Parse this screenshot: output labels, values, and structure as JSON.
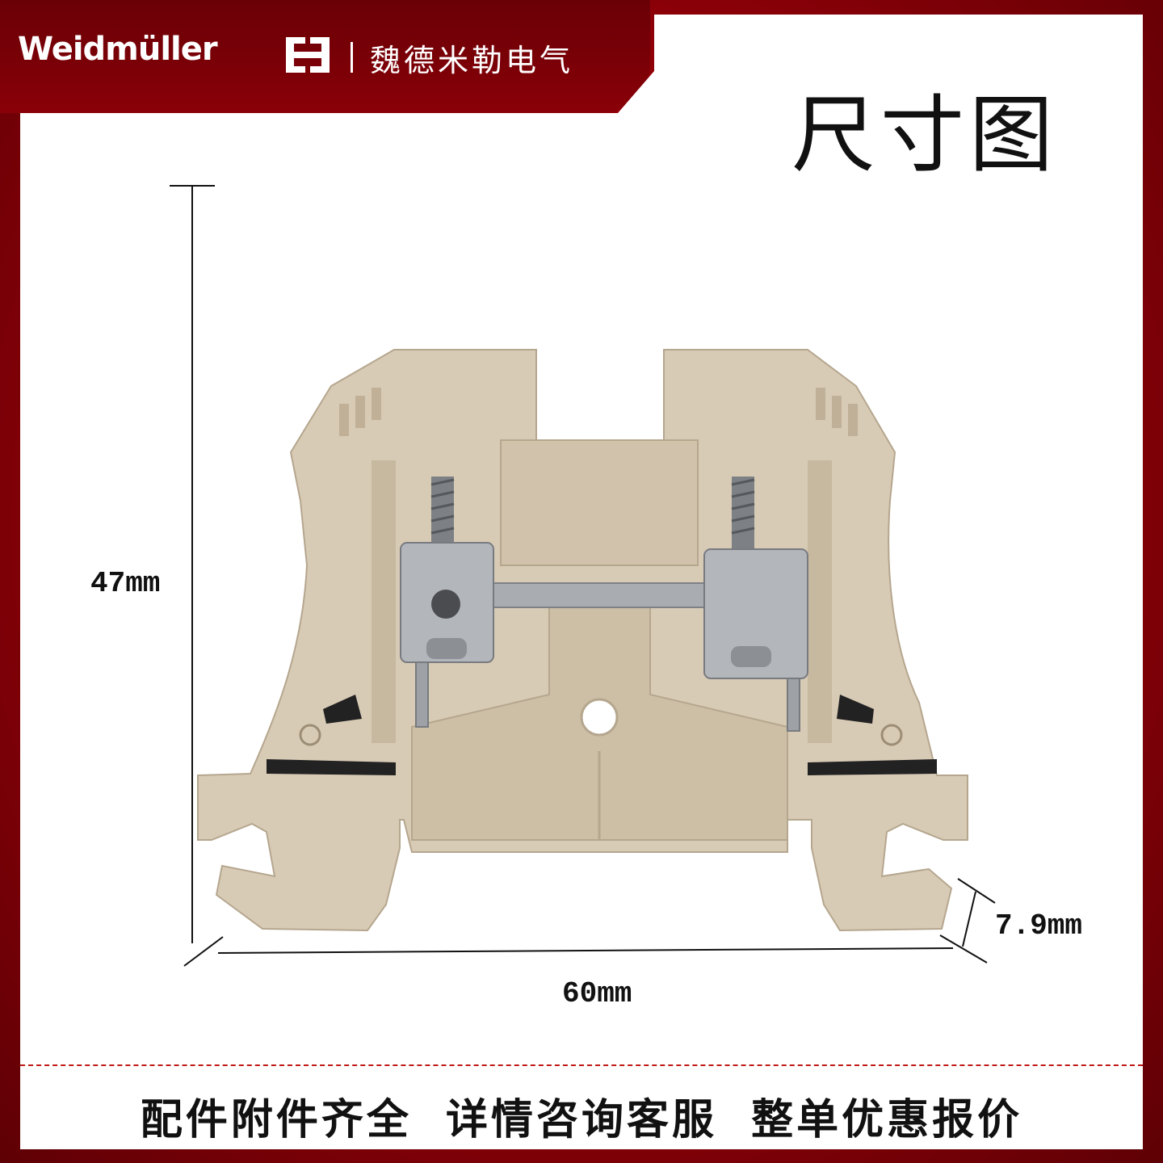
{
  "header": {
    "brand_name": "Weidmüller",
    "brand_cn": "魏德米勒电气",
    "logo_icon": "weidmuller-logo-icon"
  },
  "title": "尺寸图",
  "dimensions": {
    "height": "47mm",
    "width": "60mm",
    "depth": "7.9mm"
  },
  "footer": {
    "items": [
      "配件附件齐全",
      "详情咨询客服",
      "整单优惠报价"
    ]
  },
  "colors": {
    "background_red": "#9e0009",
    "terminal_body": "#d8cbb6",
    "metal": "#a9acb0"
  }
}
